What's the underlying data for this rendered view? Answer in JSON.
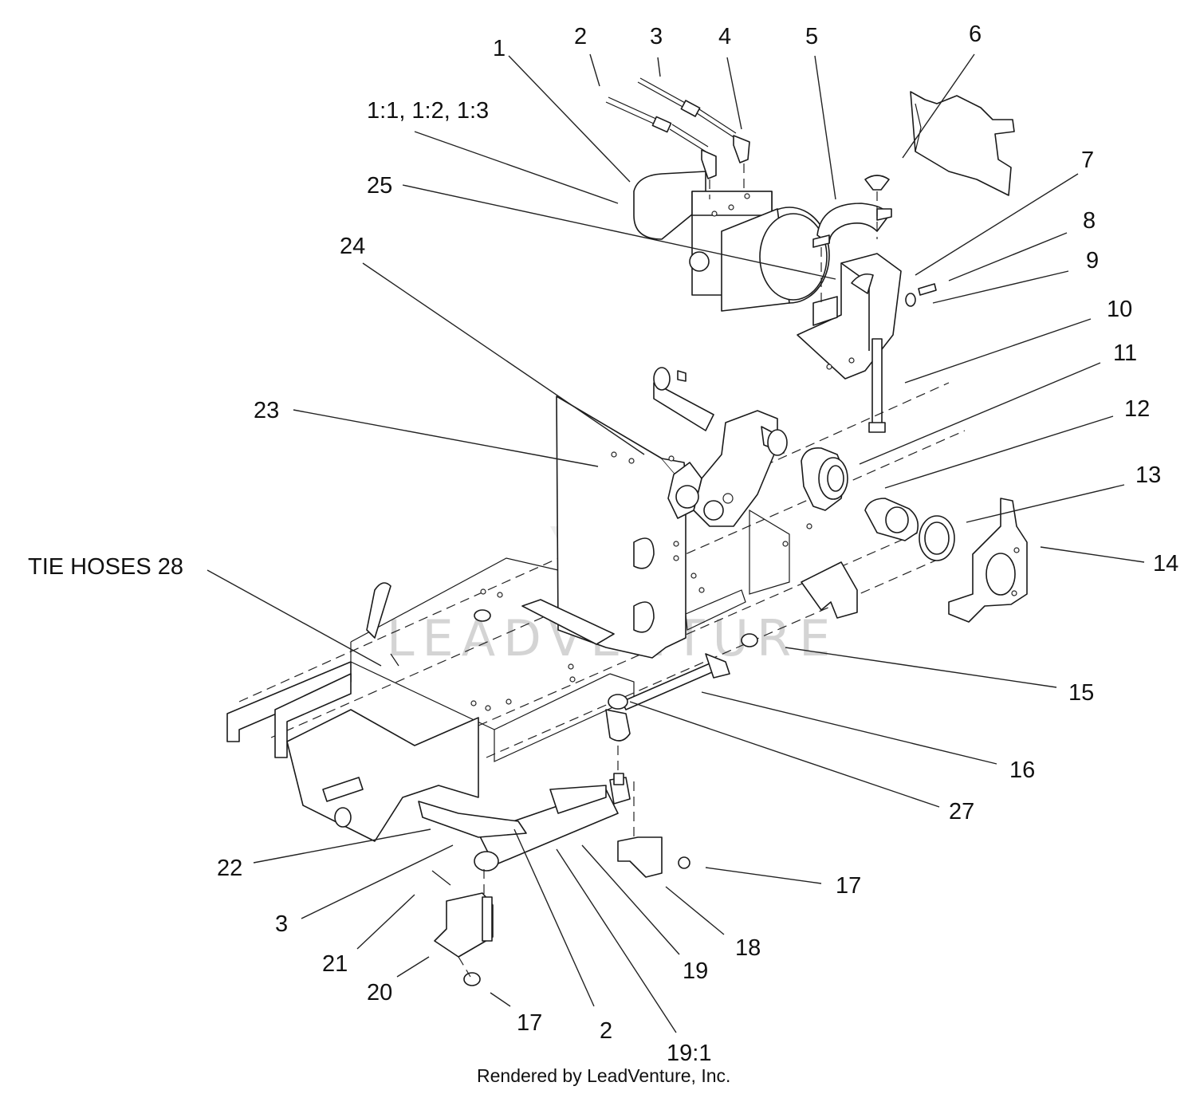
{
  "callouts": [
    {
      "id": "c1",
      "label": "1"
    },
    {
      "id": "c2a",
      "label": "2"
    },
    {
      "id": "c3a",
      "label": "3"
    },
    {
      "id": "c4",
      "label": "4"
    },
    {
      "id": "c5",
      "label": "5"
    },
    {
      "id": "c6",
      "label": "6"
    },
    {
      "id": "c1sub",
      "label": "1:1, 1:2, 1:3"
    },
    {
      "id": "c7",
      "label": "7"
    },
    {
      "id": "c25",
      "label": "25"
    },
    {
      "id": "c8",
      "label": "8"
    },
    {
      "id": "c9",
      "label": "9"
    },
    {
      "id": "c24",
      "label": "24"
    },
    {
      "id": "c10",
      "label": "10"
    },
    {
      "id": "c11",
      "label": "11"
    },
    {
      "id": "c23",
      "label": "23"
    },
    {
      "id": "c12",
      "label": "12"
    },
    {
      "id": "c13",
      "label": "13"
    },
    {
      "id": "c14",
      "label": "14"
    },
    {
      "id": "c28",
      "label": "TIE HOSES 28"
    },
    {
      "id": "c15",
      "label": "15"
    },
    {
      "id": "c16",
      "label": "16"
    },
    {
      "id": "c27",
      "label": "27"
    },
    {
      "id": "c22",
      "label": "22"
    },
    {
      "id": "c17a",
      "label": "17"
    },
    {
      "id": "c3b",
      "label": "3"
    },
    {
      "id": "c18",
      "label": "18"
    },
    {
      "id": "c21",
      "label": "21"
    },
    {
      "id": "c19",
      "label": "19"
    },
    {
      "id": "c20",
      "label": "20"
    },
    {
      "id": "c17b",
      "label": "17"
    },
    {
      "id": "c2b",
      "label": "2"
    },
    {
      "id": "c19sub",
      "label": "19:1"
    }
  ],
  "watermark": {
    "text": "LEADVENTURE"
  },
  "footer": {
    "text": "Rendered by LeadVenture, Inc."
  }
}
